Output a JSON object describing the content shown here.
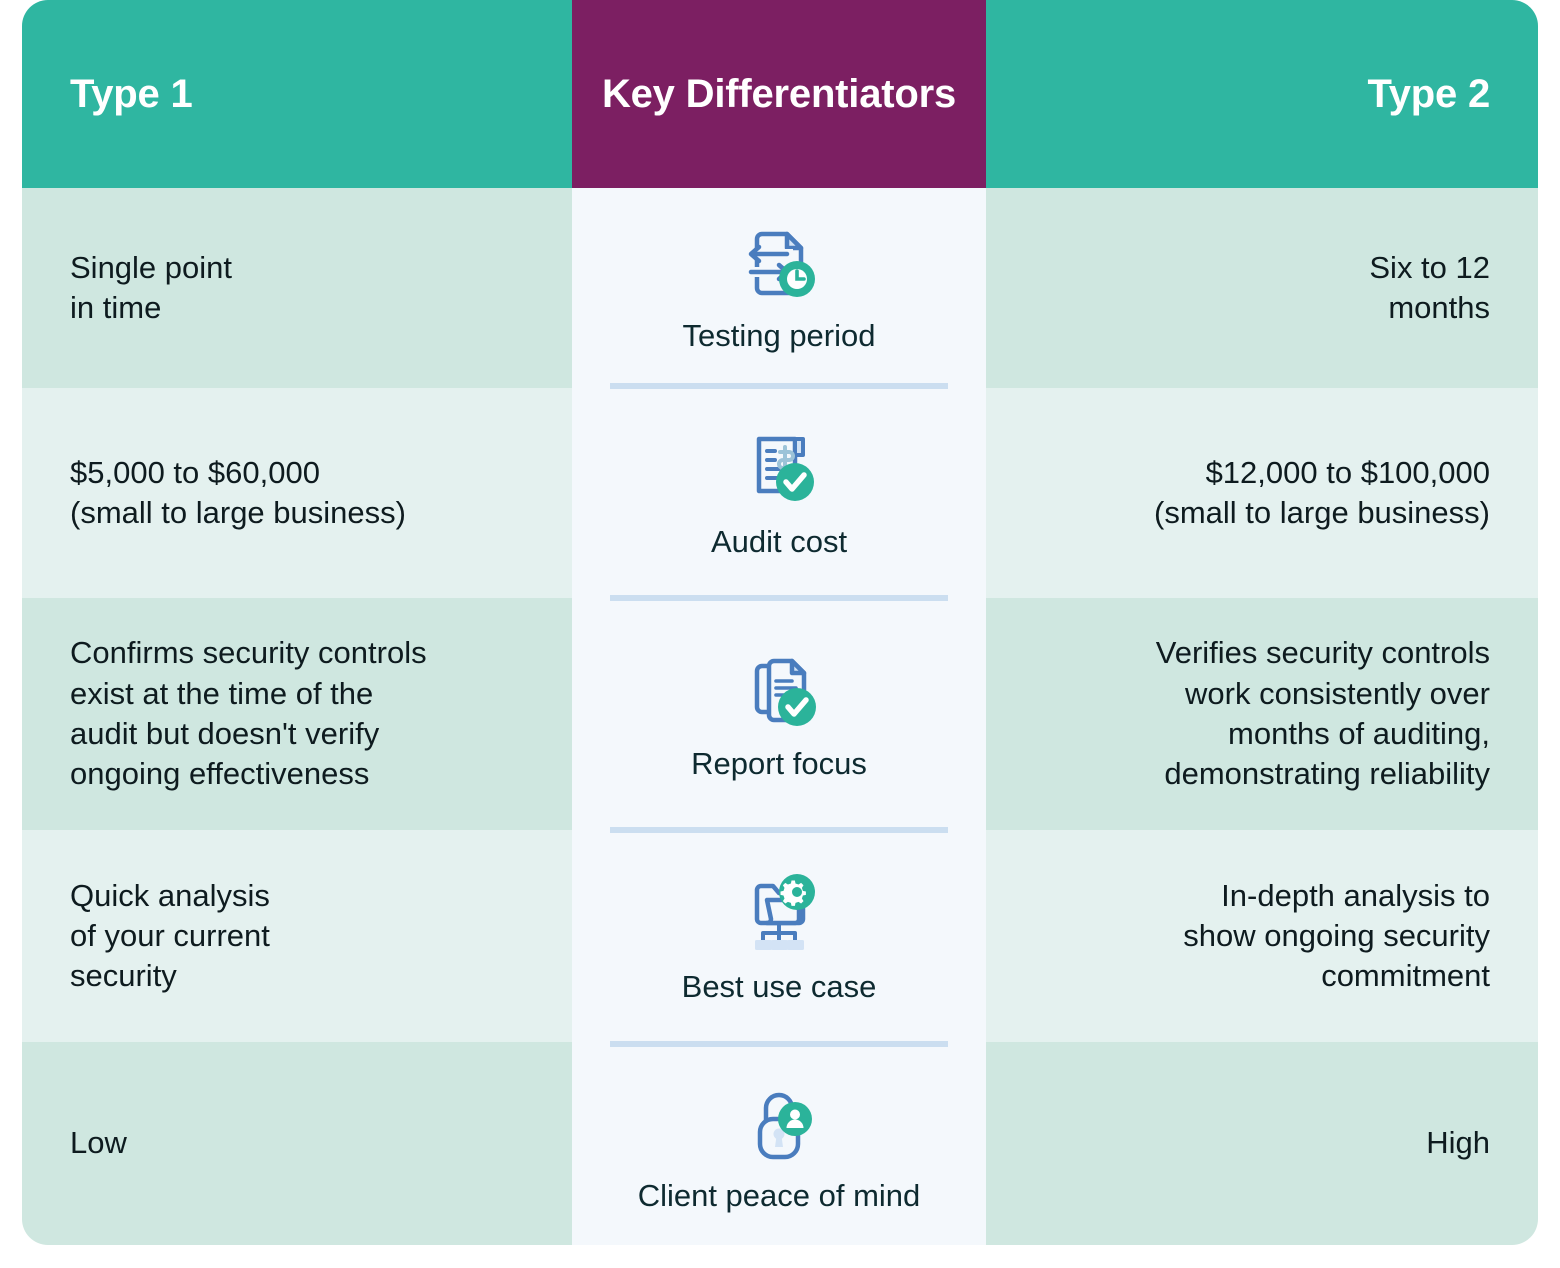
{
  "header": {
    "left": "Type 1",
    "middle": "Key\nDifferentiators",
    "right": "Type 2"
  },
  "colors": {
    "header_teal": "#2FB6A1",
    "header_purple": "#7C1F62",
    "row_teal_dark": "#CFE7E0",
    "row_teal_light": "#E4F1EF",
    "middle_bg": "#F4F8FC",
    "divider": "#CBDEF0",
    "icon_blue": "#4A7DBE",
    "icon_green": "#2BB39A",
    "icon_fill_light": "#D3E3F5",
    "text_dark": "#0E1B1F"
  },
  "rows": [
    {
      "icon": "document-exchange-clock-icon",
      "differentiator": "Testing period",
      "type1": "Single point\nin time",
      "type2": "Six to 12\nmonths"
    },
    {
      "icon": "invoice-dollar-check-icon",
      "differentiator": "Audit cost",
      "type1": "$5,000 to $60,000\n(small to large business)",
      "type2": "$12,000 to $100,000\n(small to large business)"
    },
    {
      "icon": "documents-check-icon",
      "differentiator": "Report focus",
      "type1": "Confirms security controls\nexist at the time of the\naudit but doesn't verify\nongoing effectiveness",
      "type2": "Verifies security controls\nwork consistently over\nmonths of auditing,\ndemonstrating reliability"
    },
    {
      "icon": "folder-gear-hierarchy-icon",
      "differentiator": "Best use case",
      "type1": "Quick analysis\nof your current\nsecurity",
      "type2": "In-depth analysis to\nshow ongoing security\ncommitment"
    },
    {
      "icon": "padlock-person-icon",
      "differentiator": "Client peace of mind",
      "type1": "Low",
      "type2": "High"
    }
  ]
}
